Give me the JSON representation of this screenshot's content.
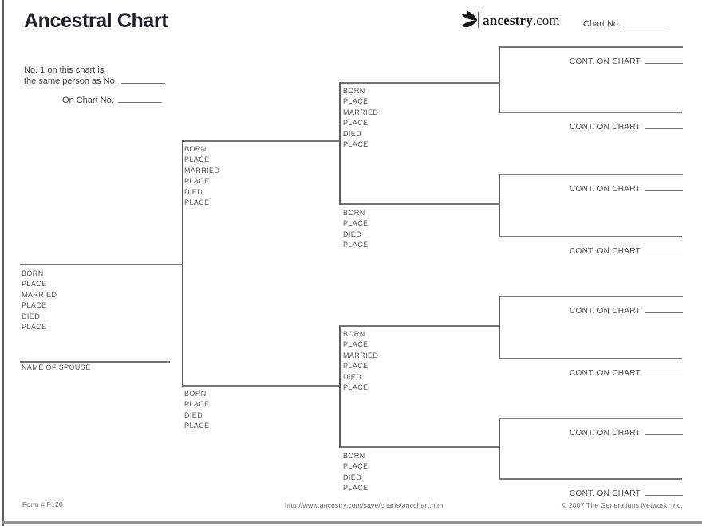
{
  "header": {
    "title": "Ancestral Chart",
    "logo_word": "ancestry",
    "logo_tld": ".com",
    "chart_no_label": "Chart No."
  },
  "instructions": {
    "line1": "No. 1 on this chart is",
    "line2": "the same person as No.",
    "on_chart_label": "On Chart No."
  },
  "fields": {
    "full": [
      "BORN",
      "PLACE",
      "MARRIED",
      "PLACE",
      "DIED",
      "PLACE"
    ],
    "short": [
      "BORN",
      "PLACE",
      "DIED",
      "PLACE"
    ],
    "spouse_label": "NAME OF SPOUSE",
    "cont_label": "CONT. ON CHART"
  },
  "footer": {
    "form_number": "Form # F120",
    "url": "http://www.ancestry.com/save/charts/ancchart.htm",
    "copyright": "© 2007 The Generations Network, Inc."
  },
  "colors": {
    "line": "#747474",
    "label": "#56565a",
    "title": "#1e1e28"
  }
}
